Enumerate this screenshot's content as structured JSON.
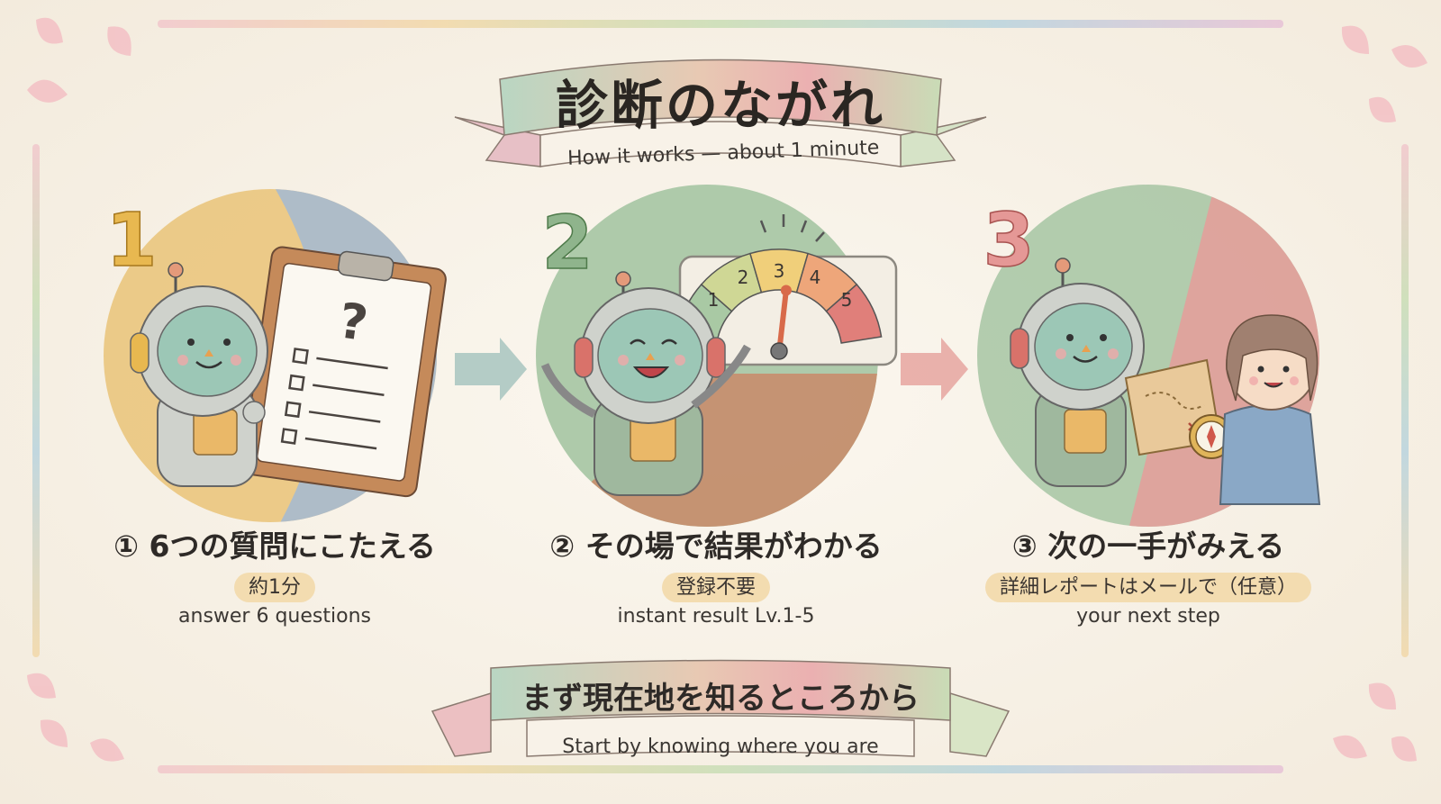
{
  "header": {
    "title": "診断のながれ",
    "subtitle": "How it works — about 1 minute"
  },
  "steps": [
    {
      "number": "1",
      "title": "① 6つの質問にこたえる",
      "badge": "約1分",
      "caption": "answer 6 questions"
    },
    {
      "number": "2",
      "title": "② その場で結果がわかる",
      "badge": "登録不要",
      "caption": "instant result Lv.1-5"
    },
    {
      "number": "3",
      "title": "③ 次の一手がみえる",
      "badge": "詳細レポートはメールで（任意）",
      "caption": "your next step"
    }
  ],
  "gauge": {
    "levels": [
      "1",
      "2",
      "3",
      "4",
      "5"
    ],
    "value": 3
  },
  "footer": {
    "title": "まず現在地を知るところから",
    "subtitle": "Start by knowing where you are"
  },
  "colors": {
    "paper": "#f7f1e6",
    "yellow": "#e8c070",
    "blue": "#9fb8d8",
    "green": "#9bbf9a",
    "terracotta": "#c98a68",
    "red": "#e89a98",
    "robot": "#9cc7b6"
  }
}
